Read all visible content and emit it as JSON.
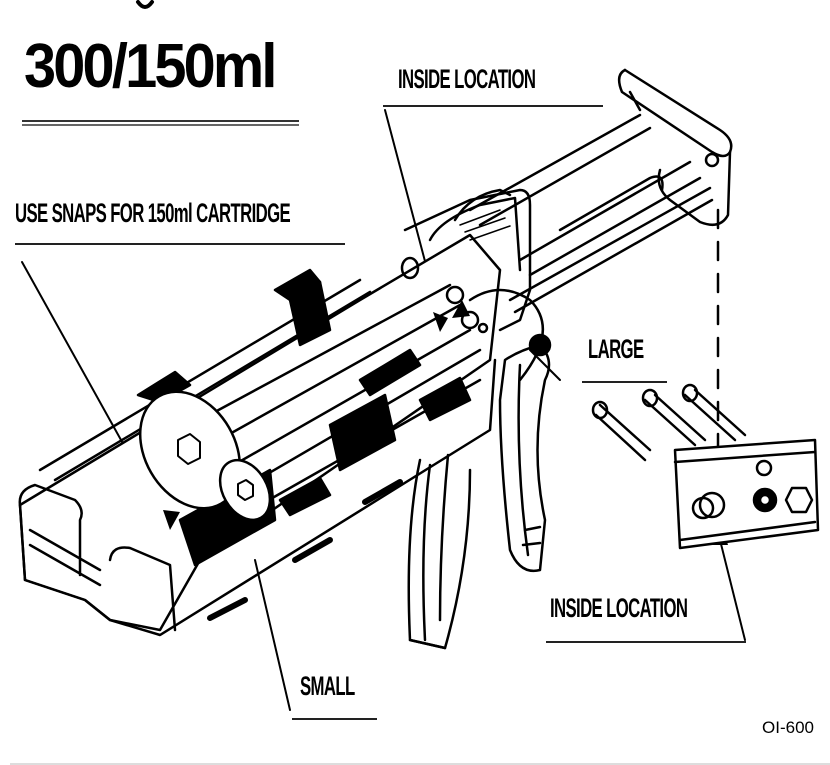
{
  "title": "300/150ml",
  "labels": {
    "inside_location_top": "INSIDE LOCATION",
    "use_snaps": "USE SNAPS FOR 150ml CARTRIDGE",
    "large": "LARGE",
    "inside_location_bottom": "INSIDE LOCATION",
    "small": "SMALL"
  },
  "model_code": "OI-600",
  "colors": {
    "ink": "#000000",
    "paper": "#ffffff"
  }
}
